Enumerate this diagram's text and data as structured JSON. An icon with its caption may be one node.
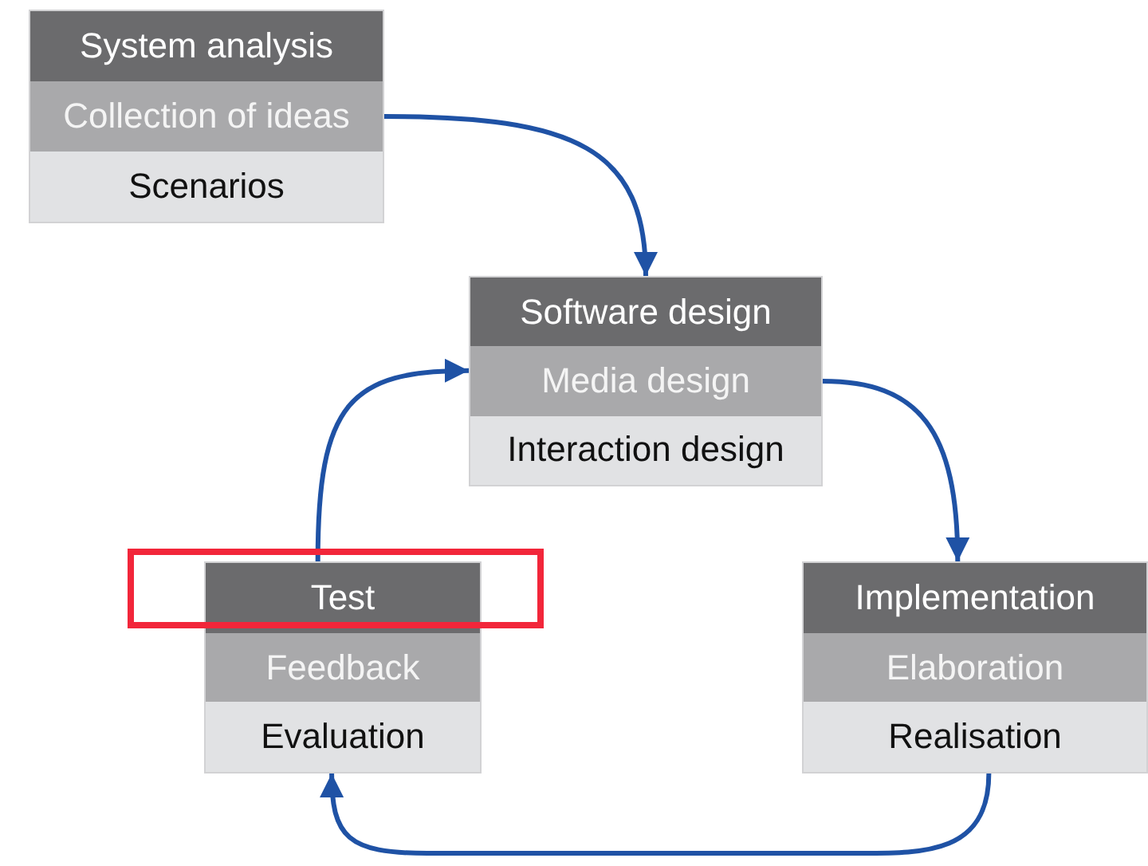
{
  "diagram": {
    "nodes": [
      {
        "text": [
          "System analysis",
          "Collection of ideas",
          "Scenarios"
        ]
      },
      {
        "text": [
          "Software design",
          "Media design",
          "Interaction design"
        ]
      },
      {
        "text": [
          "Implementation",
          "Elaboration",
          "Realisation"
        ]
      },
      {
        "text": [
          "Test",
          "Feedback",
          "Evaluation"
        ]
      }
    ],
    "edges": [
      {
        "from": 0,
        "to": 1,
        "arrow": "to"
      },
      {
        "from": 1,
        "to": 2,
        "arrow": "to"
      },
      {
        "from": 2,
        "to": 3,
        "arrow": "to"
      },
      {
        "from": 3,
        "to": 1,
        "arrow": "to"
      }
    ]
  }
}
